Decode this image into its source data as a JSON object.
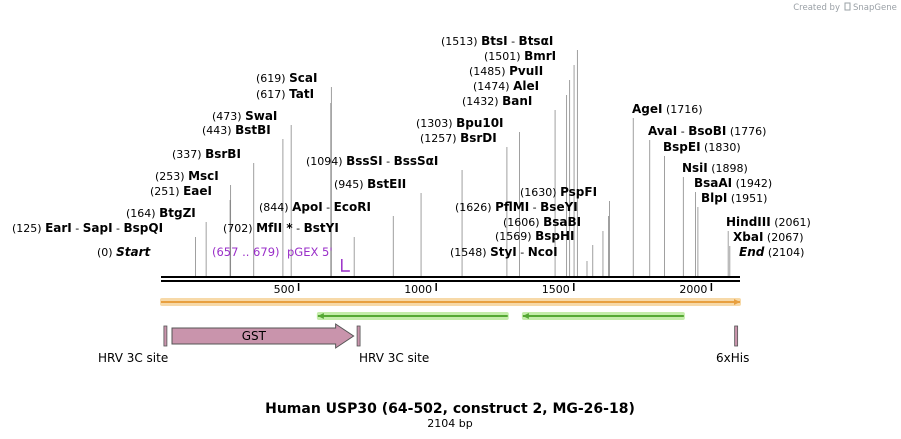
{
  "header": {
    "created_by": "Created by",
    "brand": "SnapGene"
  },
  "sequence": {
    "length": 2104
  },
  "sites": [
    {
      "num": "(0)",
      "names": [
        "Start"
      ],
      "italic": true,
      "pos": 0
    },
    {
      "num": "(125)",
      "names": [
        "EarI",
        "SapI",
        "BspQI"
      ],
      "pos": 125
    },
    {
      "num": "(164)",
      "names": [
        "BtgZI"
      ],
      "pos": 164
    },
    {
      "num": "(251)",
      "names": [
        "EaeI"
      ],
      "pos": 251
    },
    {
      "num": "(253)",
      "names": [
        "MscI"
      ],
      "pos": 253
    },
    {
      "num": "(337)",
      "names": [
        "BsrBI"
      ],
      "pos": 337
    },
    {
      "num": "(443)",
      "names": [
        "BstBI"
      ],
      "pos": 443
    },
    {
      "num": "(473)",
      "names": [
        "SwaI"
      ],
      "pos": 473
    },
    {
      "num": "(617)",
      "names": [
        "TatI"
      ],
      "pos": 617
    },
    {
      "num": "(619)",
      "names": [
        "ScaI"
      ],
      "pos": 619
    },
    {
      "num": "(702)",
      "names": [
        "MfII *",
        "BstYI"
      ],
      "pos": 702
    },
    {
      "num": "(844)",
      "names": [
        "ApoI",
        "EcoRI"
      ],
      "pos": 844
    },
    {
      "num": "(945)",
      "names": [
        "BstEII"
      ],
      "pos": 945
    },
    {
      "num": "(1094)",
      "names": [
        "BssSI",
        "BssSαI"
      ],
      "pos": 1094
    },
    {
      "num": "(1257)",
      "names": [
        "BsrDI"
      ],
      "pos": 1257
    },
    {
      "num": "(1303)",
      "names": [
        "Bpu10I"
      ],
      "pos": 1303
    },
    {
      "num": "(1432)",
      "names": [
        "BanI"
      ],
      "pos": 1432
    },
    {
      "num": "(1474)",
      "names": [
        "AleI"
      ],
      "pos": 1474
    },
    {
      "num": "(1485)",
      "names": [
        "PvuII"
      ],
      "pos": 1485
    },
    {
      "num": "(1501)",
      "names": [
        "BmrI"
      ],
      "pos": 1501
    },
    {
      "num": "(1513)",
      "names": [
        "BtsI",
        "BtsαI"
      ],
      "pos": 1513
    },
    {
      "num": "(1548)",
      "names": [
        "StyI",
        "NcoI"
      ],
      "pos": 1548
    },
    {
      "num": "(1569)",
      "names": [
        "BspHI"
      ],
      "pos": 1569
    },
    {
      "num": "(1606)",
      "names": [
        "BsaBI"
      ],
      "pos": 1606
    },
    {
      "num": "(1626)",
      "names": [
        "PflMI",
        "BseYI"
      ],
      "pos": 1626
    },
    {
      "num": "(1630)",
      "names": [
        "PspFI"
      ],
      "pos": 1630
    },
    {
      "num": "(1716)",
      "names": [
        "AgeI"
      ],
      "pos": 1716,
      "num_right": true
    },
    {
      "num": "(1776)",
      "names": [
        "AvaI",
        "BsoBI"
      ],
      "pos": 1776,
      "num_right": true
    },
    {
      "num": "(1830)",
      "names": [
        "BspEI"
      ],
      "pos": 1830,
      "num_right": true
    },
    {
      "num": "(1898)",
      "names": [
        "NsiI"
      ],
      "pos": 1898,
      "num_right": true
    },
    {
      "num": "(1942)",
      "names": [
        "BsaAI"
      ],
      "pos": 1942,
      "num_right": true
    },
    {
      "num": "(1951)",
      "names": [
        "BlpI"
      ],
      "pos": 1951,
      "num_right": true
    },
    {
      "num": "(2061)",
      "names": [
        "HindIII"
      ],
      "pos": 2061,
      "num_right": true
    },
    {
      "num": "(2067)",
      "names": [
        "XbaI"
      ],
      "pos": 2067,
      "num_right": true
    },
    {
      "num": "(2104)",
      "names": [
        "End"
      ],
      "italic": true,
      "pos": 2104,
      "num_right": true
    }
  ],
  "primer": {
    "range": "(657 .. 679)",
    "name": "pGEX 5'",
    "start": 657,
    "end": 679
  },
  "ruler": {
    "ticks": [
      500,
      1000,
      1500,
      2000
    ],
    "tick_labels": [
      "500",
      "1000",
      "1500",
      "2000"
    ]
  },
  "features": [
    {
      "label": "HRV 3C site",
      "kind": "site",
      "pos": 16
    },
    {
      "label": "GST",
      "kind": "gene",
      "start": 40,
      "end": 700,
      "color": "#c994ac"
    },
    {
      "label": "HRV 3C site",
      "kind": "site",
      "pos": 718
    },
    {
      "label": "6xHis",
      "kind": "site",
      "pos": 2090
    }
  ],
  "orfs": [
    {
      "start": 0,
      "end": 2104,
      "direction": "forward",
      "color": "#e8a040",
      "border": "#f7d9a8"
    },
    {
      "start": 570,
      "end": 1260,
      "direction": "reverse",
      "color": "#55a834",
      "border": "#c4ecaa"
    },
    {
      "start": 1315,
      "end": 1900,
      "direction": "reverse",
      "color": "#55a834",
      "border": "#c4ecaa"
    }
  ],
  "colors": {
    "primer": "#9a2fc8",
    "feature_stroke": "#555555"
  },
  "title": "Human USP30 (64-502, construct 2, MG-26-18)",
  "subtitle": "2104 bp"
}
